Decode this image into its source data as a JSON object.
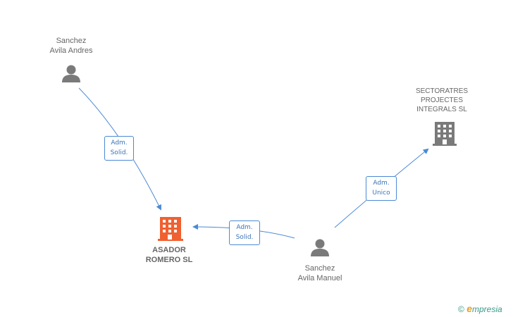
{
  "nodes": {
    "person_andres": {
      "line1": "Sanchez",
      "line2": "Avila Andres"
    },
    "person_manuel": {
      "line1": "Sanchez",
      "line2": "Avila Manuel"
    },
    "company_asador": {
      "line1": "ASADOR",
      "line2": "ROMERO SL"
    },
    "company_sectoratres": {
      "line1": "SECTORATRES",
      "line2": "PROJECTES",
      "line3": "INTEGRALS SL"
    }
  },
  "edges": {
    "andres_to_asador": {
      "line1": "Adm.",
      "line2": "Solid."
    },
    "manuel_to_asador": {
      "line1": "Adm.",
      "line2": "Solid."
    },
    "manuel_to_sectoratres": {
      "line1": "Adm.",
      "line2": "Unico"
    }
  },
  "watermark": {
    "copyright": "©",
    "brand_initial": "e",
    "brand_rest": "mpresia"
  },
  "colors": {
    "edge": "#4a8ad4",
    "person_icon": "#7a7a7a",
    "company_main": "#f06030",
    "company_other": "#7a7a7a"
  }
}
